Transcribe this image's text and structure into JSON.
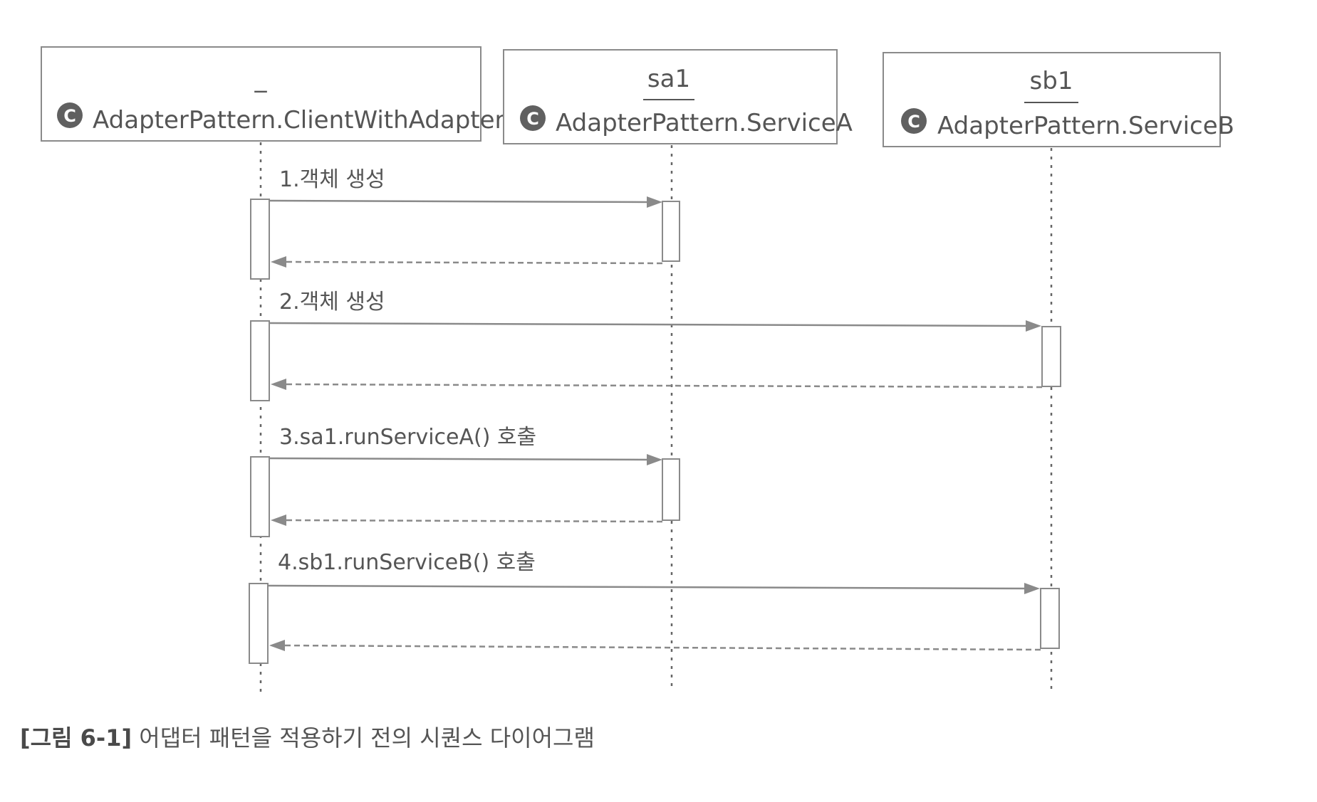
{
  "participants": [
    {
      "id": "client",
      "object_name": "_",
      "class_name": "AdapterPattern.ClientWithAdapter",
      "icon": "class-c-icon"
    },
    {
      "id": "sa1",
      "object_name": "sa1",
      "class_name": "AdapterPattern.ServiceA",
      "icon": "class-c-icon"
    },
    {
      "id": "sb1",
      "object_name": "sb1",
      "class_name": "AdapterPattern.ServiceB",
      "icon": "class-c-icon"
    }
  ],
  "icon_letter": "C",
  "messages": [
    {
      "from": "client",
      "to": "sa1",
      "label": "1.객체 생성"
    },
    {
      "from": "client",
      "to": "sb1",
      "label": "2.객체 생성"
    },
    {
      "from": "client",
      "to": "sa1",
      "label": "3.sa1.runServiceA() 호출"
    },
    {
      "from": "client",
      "to": "sb1",
      "label": "4.sb1.runServiceB() 호출"
    }
  ],
  "caption": {
    "figure_number": "[그림 6-1]",
    "text": "어댑터 패턴을 적용하기 전의 시퀀스 다이어그램"
  },
  "colors": {
    "line": "#8a8a8a",
    "text": "#555555",
    "icon": "#606060"
  }
}
